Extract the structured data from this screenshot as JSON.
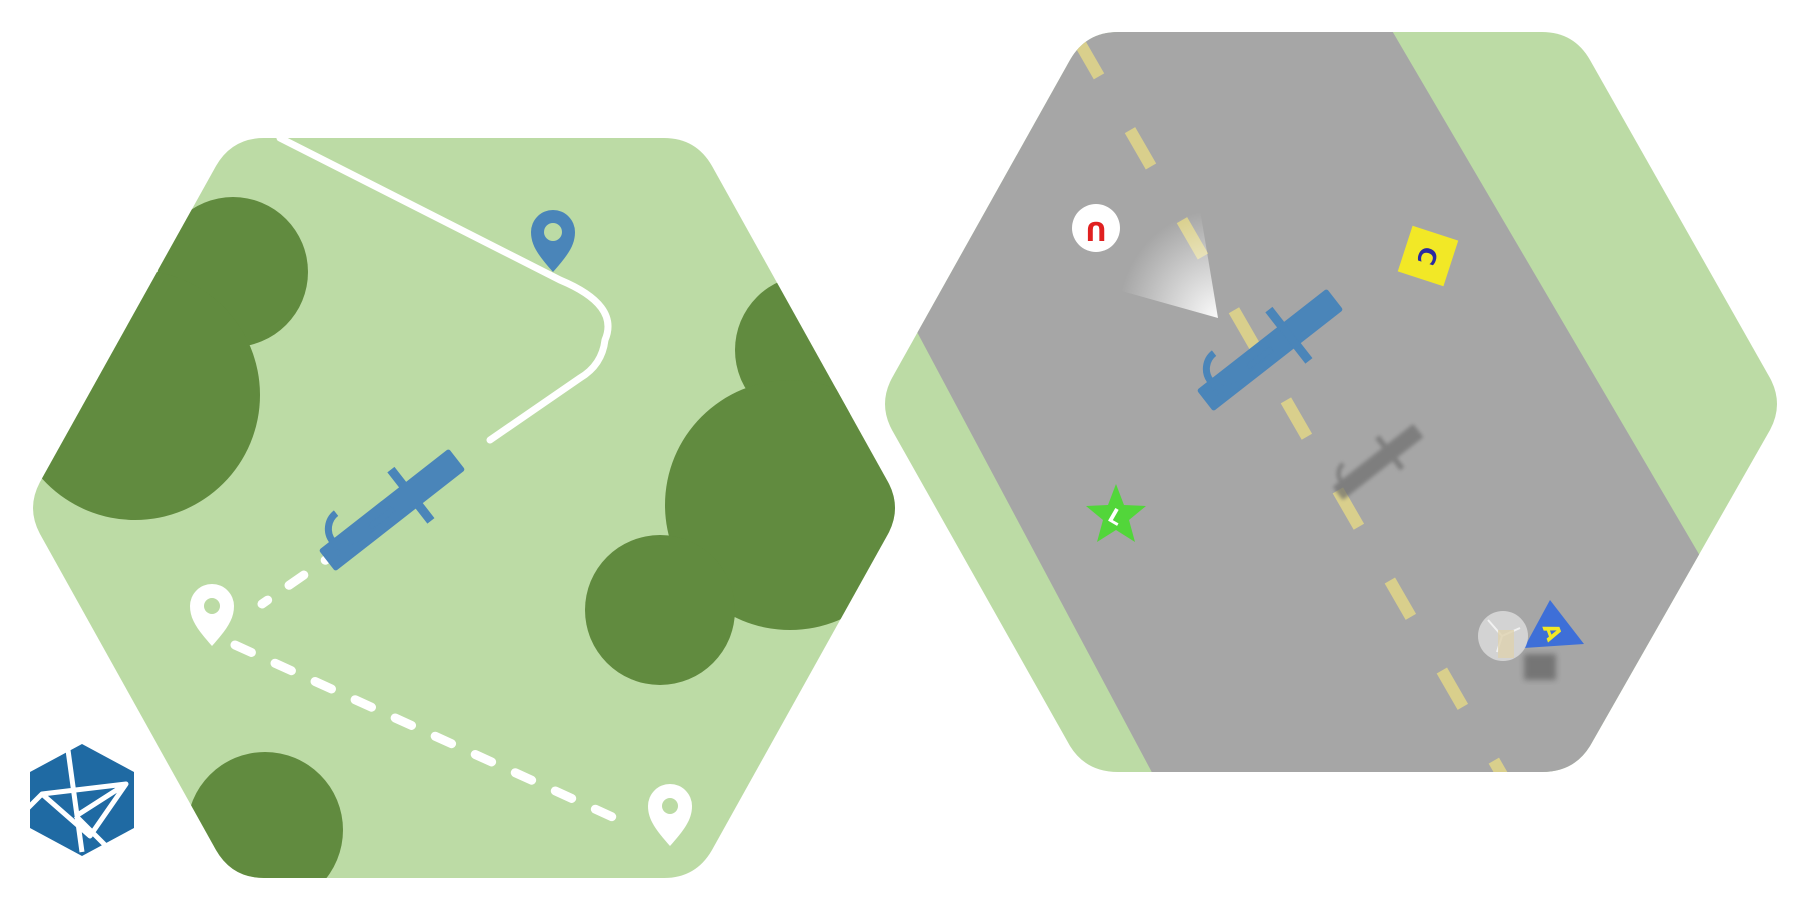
{
  "colors": {
    "light_green": "#bcdba5",
    "dark_green": "#618b3f",
    "road_gray": "#a6a6a6",
    "lane_yellow": "#d9cf8c",
    "plane_blue": "#4a85b9",
    "route_white": "#ffffff",
    "logo_blue": "#1f6aa3",
    "marker_red": "#e02020",
    "marker_yellow": "#f2e826",
    "marker_green": "#52d63a",
    "marker_triangle": "#3e6fd8",
    "letter_dark_blue": "#2a2aa0"
  },
  "icons": {
    "drone": "drone-icon",
    "waypoint": "map-pin-icon",
    "logo": "paper-plane-hexagon-logo"
  },
  "markers": {
    "circle": {
      "letter": "U"
    },
    "square": {
      "letter": "C"
    },
    "star": {
      "letter": "L"
    },
    "triangle": {
      "letter": "A"
    }
  }
}
